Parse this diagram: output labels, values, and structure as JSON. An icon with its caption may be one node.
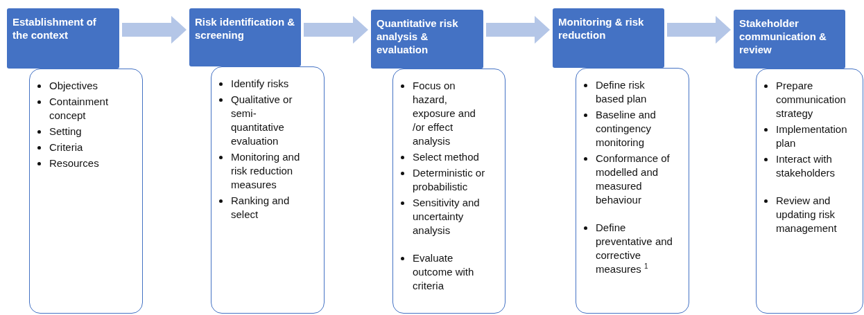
{
  "diagram": {
    "nodes": [
      {
        "text": [
          "Establishment of the context"
        ]
      },
      {
        "text": [
          "Objectives",
          "Containment concept",
          "Setting",
          "Criteria",
          "Resources"
        ]
      },
      {
        "text": [
          "Risk identification & screening"
        ]
      },
      {
        "text": [
          "Identify risks",
          "Qualitative or semi-quantitative evaluation",
          "Monitoring and risk reduction measures",
          "Ranking and select"
        ]
      },
      {
        "text": [
          "Quantitative risk analysis & evaluation"
        ]
      },
      {
        "text": [
          "Focus on hazard, exposure and /or effect analysis",
          "Select method",
          "Deterministic or probabilistic",
          "Sensitivity and uncertainty analysis",
          "Evaluate outcome with criteria"
        ]
      },
      {
        "text": [
          "Monitoring & risk reduction"
        ]
      },
      {
        "text": [
          "Define risk based plan",
          "Baseline and contingency monitoring",
          "Conformance of modelled and measured behaviour",
          "Define preventative and corrective measures $^{1}$"
        ]
      },
      {
        "text": [
          "Stakeholder communication & review"
        ]
      },
      {
        "text": [
          "Prepare communication strategy",
          "Implementation plan",
          "Interact with stakeholders",
          "Review and updating risk management"
        ]
      }
    ],
    "edges": [
      {
        "from": 0,
        "to": 2,
        "arrow": "to"
      },
      {
        "from": 2,
        "to": 4,
        "arrow": "to"
      },
      {
        "from": 4,
        "to": 6,
        "arrow": "to"
      },
      {
        "from": 6,
        "to": 8,
        "arrow": "to"
      }
    ]
  }
}
